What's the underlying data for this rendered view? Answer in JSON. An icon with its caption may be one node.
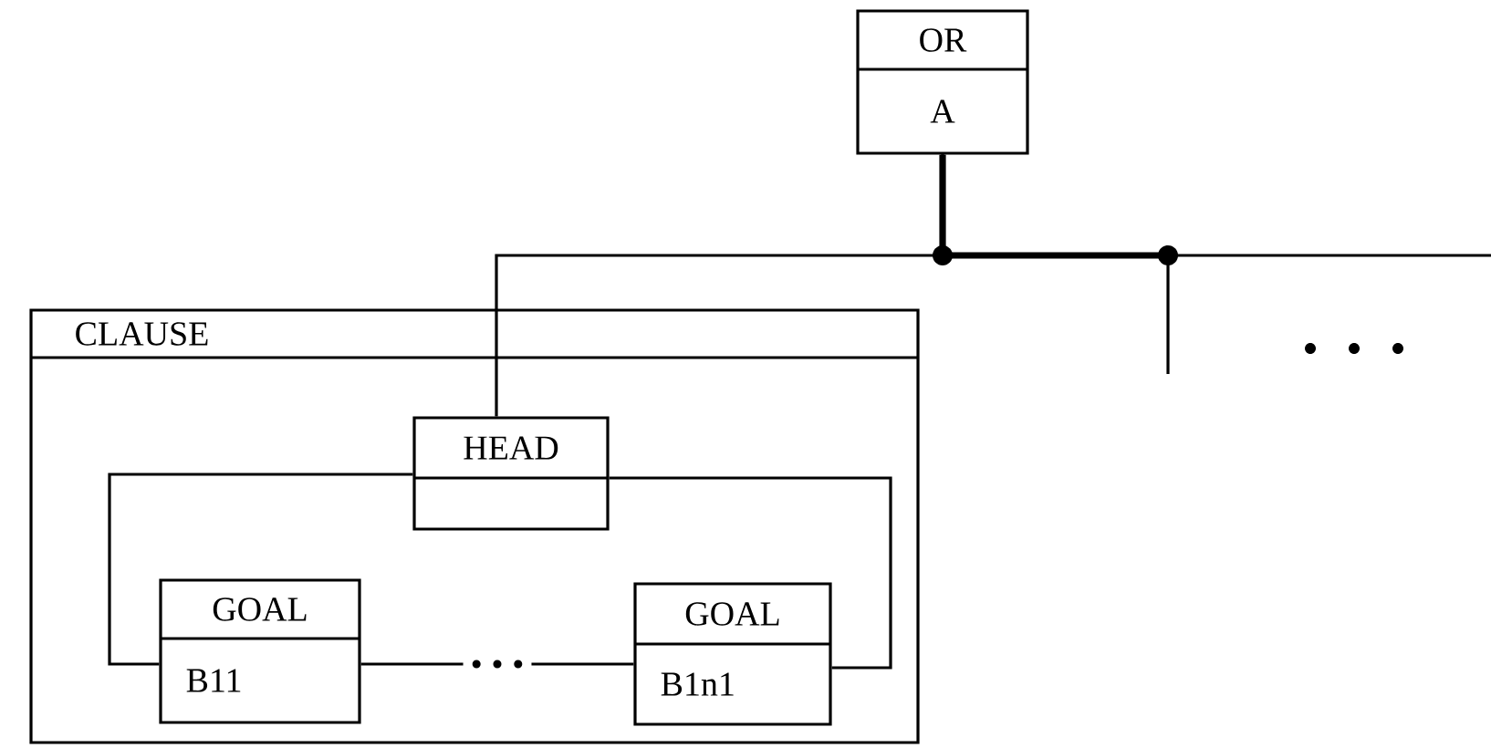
{
  "diagram": {
    "nodes": [
      {
        "text": [
          "OR",
          "A"
        ]
      },
      {
        "text": [
          "CLAUSE"
        ]
      },
      {
        "text": [
          "HEAD"
        ],
        "in": 1
      },
      {
        "text": [
          "GOAL",
          "B11"
        ],
        "in": 1
      },
      {
        "text": [
          "GOAL",
          "B1n1"
        ],
        "in": 1
      }
    ],
    "edges": [
      {
        "from": 0,
        "to": 2,
        "arrow": "none"
      },
      {
        "from": 0,
        "to": null,
        "arrow": "none"
      },
      {
        "from": 0,
        "to": null,
        "arrow": "none"
      },
      {
        "from": 2,
        "to": 3,
        "arrow": "none"
      },
      {
        "from": 2,
        "to": 4,
        "arrow": "none"
      },
      {
        "from": 3,
        "to": 4,
        "arrow": "none",
        "label": "• • •"
      }
    ]
  }
}
